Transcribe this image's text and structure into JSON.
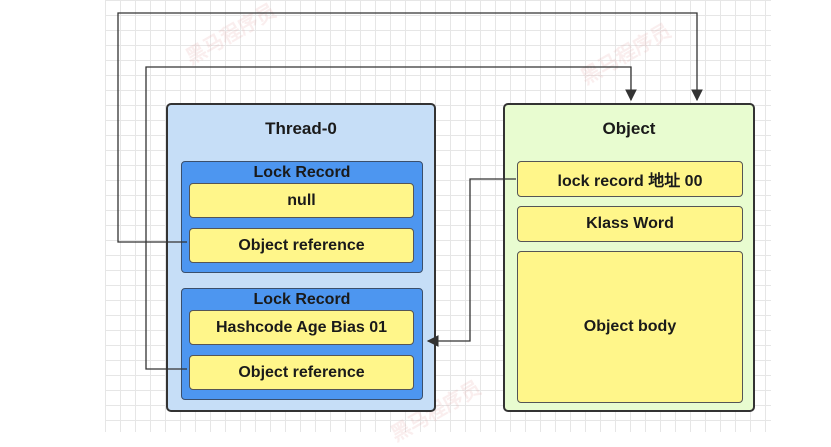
{
  "thread": {
    "title": "Thread-0",
    "records": [
      {
        "title": "Lock Record",
        "cells": [
          "null",
          "Object reference"
        ]
      },
      {
        "title": "Lock Record",
        "cells": [
          "Hashcode Age Bias 01",
          "Object reference"
        ]
      }
    ]
  },
  "object": {
    "title": "Object",
    "cells": [
      "lock record 地址 00",
      "Klass Word",
      "Object body"
    ]
  },
  "watermark": {
    "text": "黑马程序员"
  },
  "colors": {
    "thread_bg": "#c6def7",
    "lock_record_bg": "#4d96f0",
    "object_bg": "#e8fcd0",
    "cell_bg": "#fff68a"
  }
}
